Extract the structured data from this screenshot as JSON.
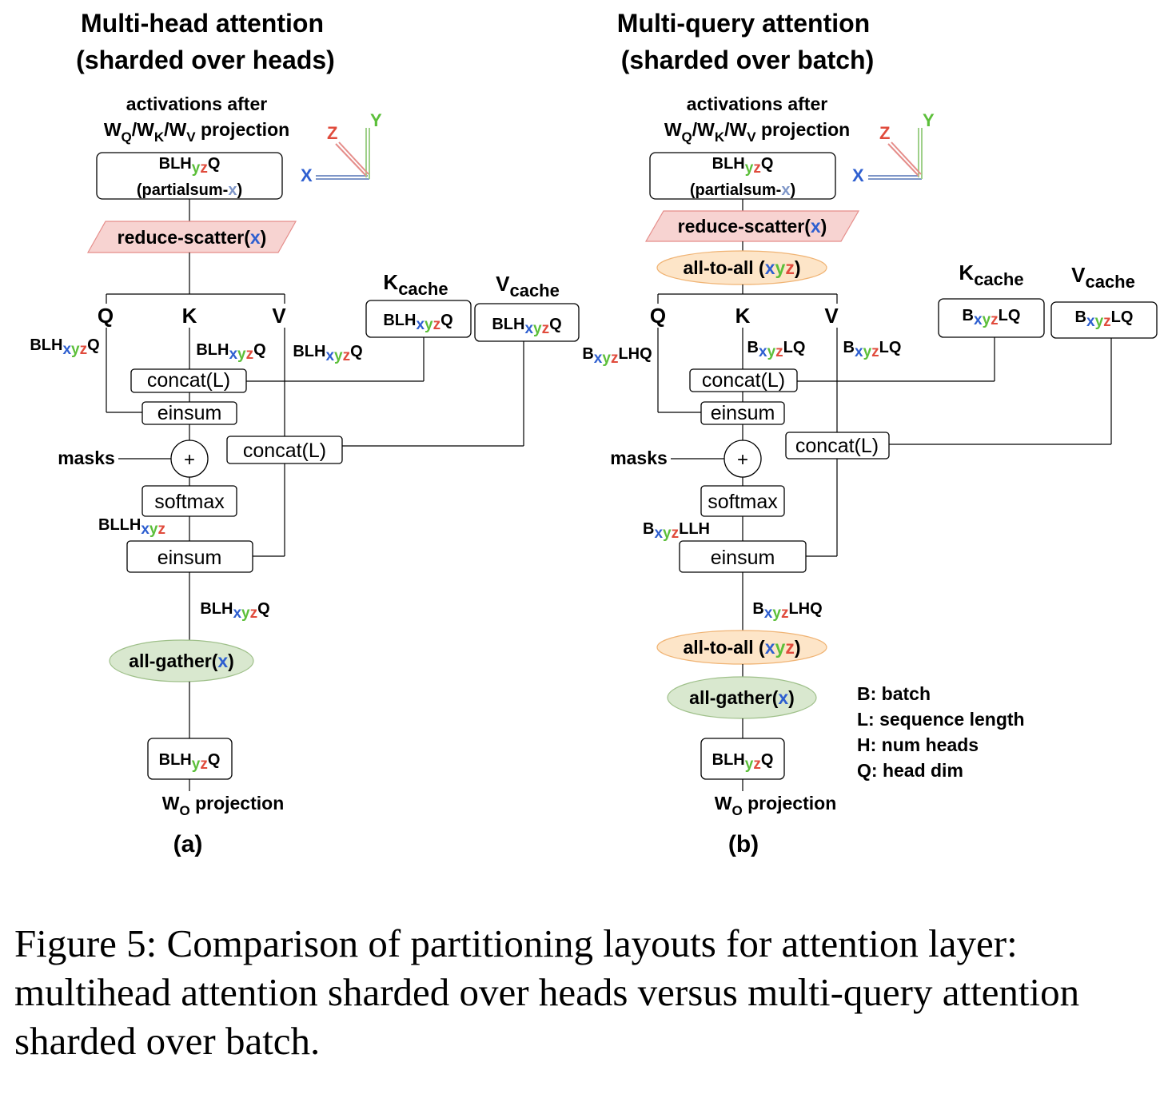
{
  "colors": {
    "x": "#2e5fd0",
    "y": "#5cbf3a",
    "z": "#e04b3c",
    "x_light": "#7e96c8",
    "reduce_fill": "#f7d3d1",
    "reduce_stroke": "#e58d8a",
    "gather_fill": "#d9e8cf",
    "gather_stroke": "#9fc08a",
    "alltoall_fill": "#fde5c8",
    "alltoall_stroke": "#f0b475"
  },
  "axes": {
    "x": "X",
    "y": "Y",
    "z": "Z"
  },
  "panel_a": {
    "title_line1": "Multi-head attention",
    "title_line2": "(sharded over heads)",
    "input_label_line1": "activations after",
    "input_label_line2": "W",
    "input_label_subs": [
      "Q",
      "K",
      "V"
    ],
    "input_label_suffix": " projection",
    "input_box_line1": "BLHyzQ",
    "input_box_line2": "(partialsum-x)",
    "reduce_scatter": "reduce-scatter(x)",
    "q": "Q",
    "k": "K",
    "v": "V",
    "k_cache": "Kcache",
    "v_cache": "Vcache",
    "k_cache_box": "BLHxyzQ",
    "v_cache_box": "BLHxyzQ",
    "q_shape": "BLHxyzQ",
    "k_shape": "BLHxyzQ",
    "v_shape": "BLHxyzQ",
    "concat_k": "concat(L)",
    "concat_v": "concat(L)",
    "einsum1": "einsum",
    "masks": "masks",
    "plus": "+",
    "softmax": "softmax",
    "softmax_shape": "BLLHxyz",
    "einsum2": "einsum",
    "out_shape": "BLHxyzQ",
    "all_gather": "all-gather(x)",
    "final_box": "BLHyzQ",
    "wo_label": "WO projection",
    "panel_label": "(a)"
  },
  "panel_b": {
    "title_line1": "Multi-query attention",
    "title_line2": "(sharded over batch)",
    "input_label_line1": "activations after",
    "input_label_line2": "W",
    "input_label_subs": [
      "Q",
      "K",
      "V"
    ],
    "input_label_suffix": " projection",
    "input_box_line1": "BLHyzQ",
    "input_box_line2": "(partialsum-x)",
    "reduce_scatter": "reduce-scatter(x)",
    "all_to_all_1": "all-to-all (xyz)",
    "q": "Q",
    "k": "K",
    "v": "V",
    "k_cache": "Kcache",
    "v_cache": "Vcache",
    "k_cache_box": "BxyzLQ",
    "v_cache_box": "BxyzLQ",
    "q_shape": "BxyzLHQ",
    "k_shape": "BxyzLQ",
    "v_shape": "BxyzLQ",
    "concat_k": "concat(L)",
    "concat_v": "concat(L)",
    "einsum1": "einsum",
    "masks": "masks",
    "plus": "+",
    "softmax": "softmax",
    "softmax_shape": "BxyzLLH",
    "einsum2": "einsum",
    "out_shape": "BxyzLHQ",
    "all_to_all_2": "all-to-all (xyz)",
    "all_gather": "all-gather(x)",
    "final_box": "BLHyzQ",
    "wo_label": "WO projection",
    "panel_label": "(b)"
  },
  "legend": [
    "B: batch",
    "L: sequence length",
    "H: num heads",
    "Q: head dim"
  ],
  "caption": "Figure 5: Comparison of partitioning layouts for attention layer: multihead attention sharded over heads versus multi-query attention sharded over batch."
}
